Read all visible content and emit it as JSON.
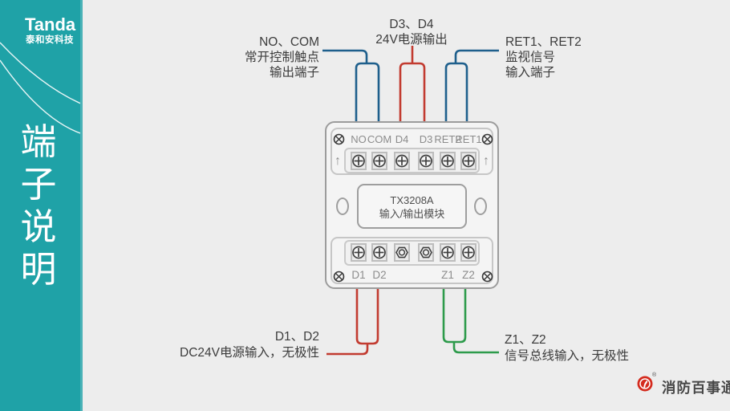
{
  "sidebar": {
    "logo_title": "Tanda",
    "logo_subtitle": "泰和安科技",
    "vertical_title": "端子说明"
  },
  "module": {
    "model": "TX3208A",
    "name": "输入/输出模块",
    "top_terminals": [
      "NO",
      "COM",
      "D4",
      "D3",
      "RET2",
      "RET1"
    ],
    "bottom_terminals": [
      "D1",
      "D2",
      "",
      "",
      "Z1",
      "Z2"
    ]
  },
  "icons": {
    "up_arrow": "↑"
  },
  "annotations": {
    "top_left": {
      "lines": [
        "NO、COM",
        "常开控制触点",
        "输出端子"
      ]
    },
    "top_middle": {
      "lines": [
        "D3、D4",
        "24V电源输出"
      ]
    },
    "top_right": {
      "lines": [
        "RET1、RET2",
        "监视信号",
        "输入端子"
      ]
    },
    "bottom_left": {
      "lines": [
        "D1、D2",
        "DC24V电源输入，无极性"
      ]
    },
    "bottom_right": {
      "lines": [
        "Z1、Z2",
        "信号总线输入，无极性"
      ]
    }
  },
  "footer": {
    "brand": "消防百事通",
    "registered_mark": "®"
  },
  "colors": {
    "sidebar_teal": "#1FA2A7",
    "background": "#EDEDED",
    "wire_blue": "#1E5F8C",
    "wire_red": "#C23B30",
    "wire_green": "#2D9B4B",
    "brand_red": "#D42B1E"
  }
}
